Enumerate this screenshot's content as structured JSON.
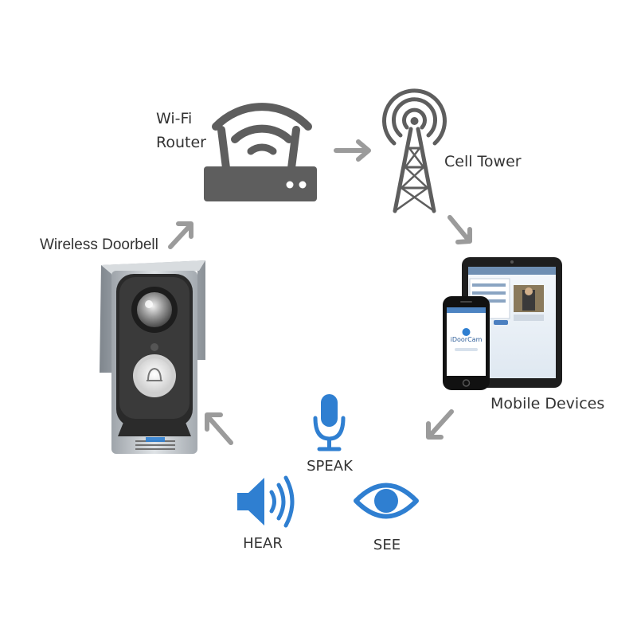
{
  "labels": {
    "router_line1": "Wi-Fi",
    "router_line2": "Router",
    "cell_tower": "Cell Tower",
    "wireless_doorbell": "Wireless Doorbell",
    "mobile_devices": "Mobile Devices",
    "speak": "SPEAK",
    "hear": "HEAR",
    "see": "SEE"
  },
  "phone_app": {
    "name": "iDoorCam"
  },
  "colors": {
    "icon_gray": "#5e5e5e",
    "arrow_gray": "#9b9b9b",
    "accent_blue": "#2f7fd1",
    "text": "#333333",
    "doorbell_hood": "#9aa0a6",
    "doorbell_body": "#b9bec4",
    "device_black": "#1e1e1e"
  },
  "icons": [
    "wifi-router-icon",
    "cell-tower-icon",
    "doorbell-device",
    "tablet-device",
    "smartphone-device",
    "microphone-icon",
    "speaker-icon",
    "eye-icon",
    "flow-arrow-icon"
  ]
}
